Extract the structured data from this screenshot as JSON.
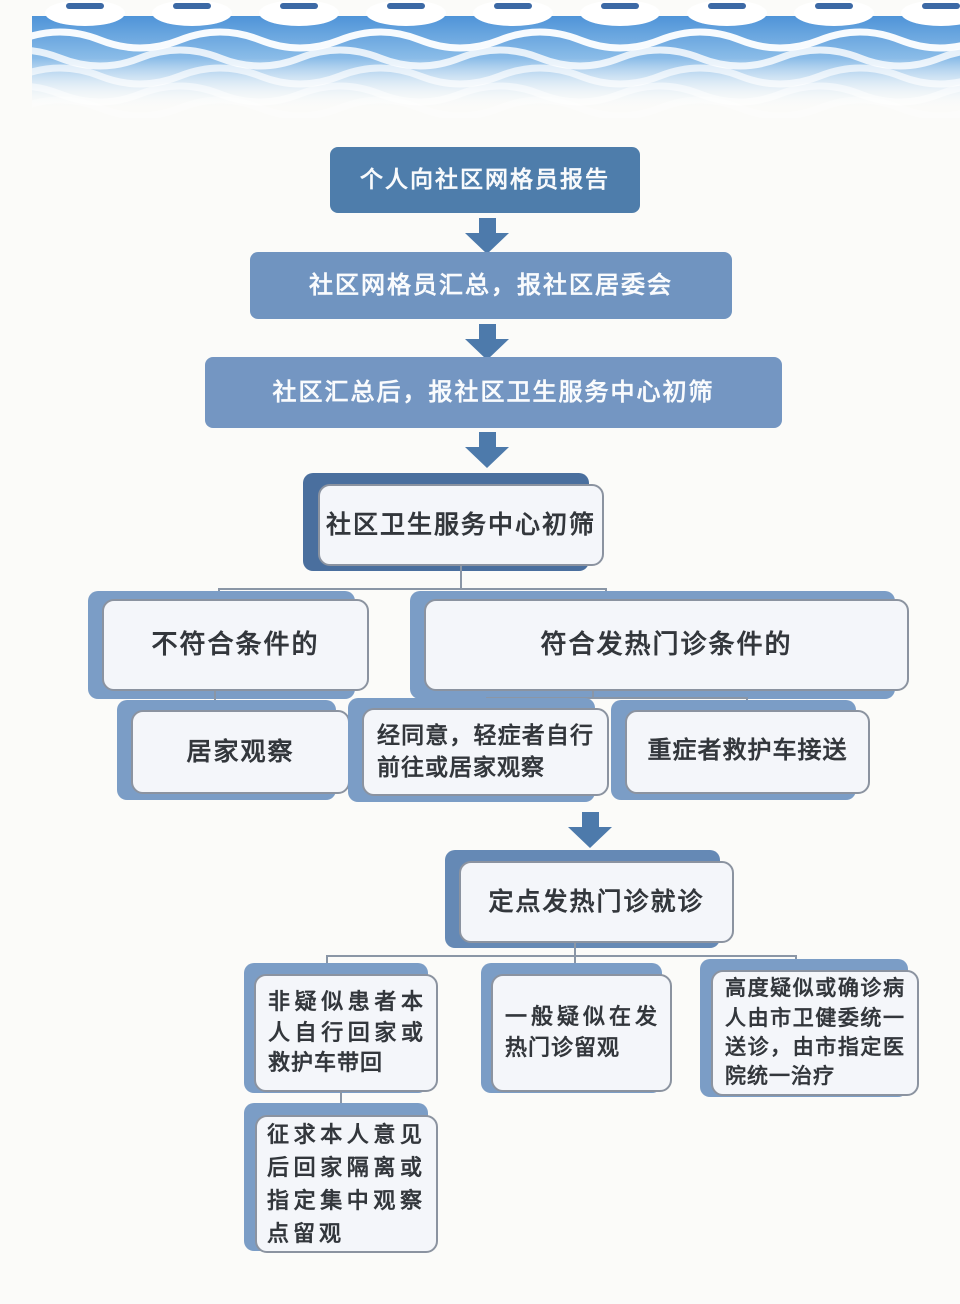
{
  "flow": {
    "nodes": {
      "report": {
        "label": "个人向社区网格员报告"
      },
      "grid_summary": {
        "label": "社区网格员汇总，报社区居委会"
      },
      "community_summary": {
        "label": "社区汇总后，报社区卫生服务中心初筛"
      },
      "center_screening": {
        "label": "社区卫生服务中心初筛"
      },
      "not_eligible": {
        "label": "不符合条件的"
      },
      "eligible": {
        "label": "符合发热门诊条件的"
      },
      "home_observation": {
        "label": "居家观察"
      },
      "mild_self_go": {
        "label": "经同意，轻症者自行前往或居家观察"
      },
      "severe_ambulance": {
        "label": "重症者救护车接送"
      },
      "clinic_visit": {
        "label": "定点发热门诊就诊"
      },
      "non_suspected": {
        "label": "非疑似患者本人自行回家或救护车带回"
      },
      "general_suspected": {
        "label": "一般疑似在发热门诊留观"
      },
      "high_suspected": {
        "label": "高度疑似或确诊病人由市卫健委统一送诊，由市指定医院统一治疗"
      },
      "consent_quarantine": {
        "label": "征求本人意见后回家隔离或指定集中观察点留观"
      }
    },
    "colors": {
      "solid_box_dark": "#4e7dab",
      "solid_box_medium": "#7094c0",
      "solid_box_light": "#7496c2",
      "back_layer_dark": "#4a6f9e",
      "back_layer_light": "#7b9dc6",
      "card_background": "#f4f6fa",
      "card_border": "#8b93a0",
      "card_text": "#33373c",
      "arrow": "#4d7aab",
      "connector_line": "#8a96a6",
      "wave_banner_blue": "#4f94d8"
    },
    "icons": {
      "down_arrow": "▼",
      "wave_banner": "wave-banner"
    }
  }
}
